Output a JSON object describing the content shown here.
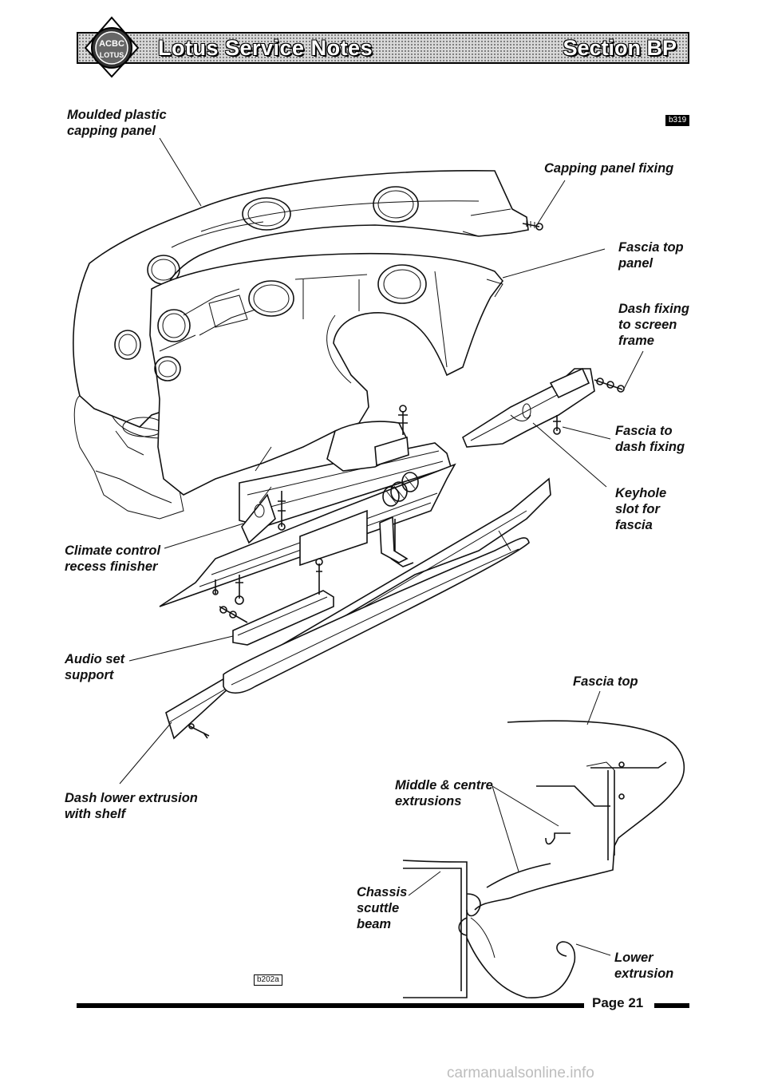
{
  "header": {
    "title": "Lotus Service Notes",
    "section": "Section BP",
    "logo_text": "LOTUS",
    "logo_monogram": "ACBC"
  },
  "figure_refs": {
    "top": "b319",
    "bottom": "b202a"
  },
  "labels": {
    "moulded_plastic_capping_panel": [
      "Moulded plastic",
      "capping panel"
    ],
    "capping_panel_fixing": [
      "Capping panel fixing"
    ],
    "fascia_top_panel": [
      "Fascia top",
      "panel"
    ],
    "dash_fixing_to_screen_frame": [
      "Dash fixing",
      "to screen",
      "frame"
    ],
    "fascia_to_dash_fixing": [
      "Fascia to",
      "dash fixing"
    ],
    "keyhole_slot_for_fascia": [
      "Keyhole",
      "slot for",
      "fascia"
    ],
    "climate_control_recess_finisher": [
      "Climate control",
      "recess finisher"
    ],
    "audio_set_support": [
      "Audio set",
      "support"
    ],
    "fascia_top": [
      "Fascia top"
    ],
    "dash_lower_extrusion_with_shelf": [
      "Dash lower extrusion",
      "with shelf"
    ],
    "middle_centre_extrusions": [
      "Middle & centre",
      "extrusions"
    ],
    "chassis_scuttle_beam": [
      "Chassis",
      "scuttle",
      "beam"
    ],
    "lower_extrusion": [
      "Lower",
      "extrusion"
    ]
  },
  "footer": {
    "page_label": "Page 21"
  },
  "watermark": "carmanualsonline.info"
}
